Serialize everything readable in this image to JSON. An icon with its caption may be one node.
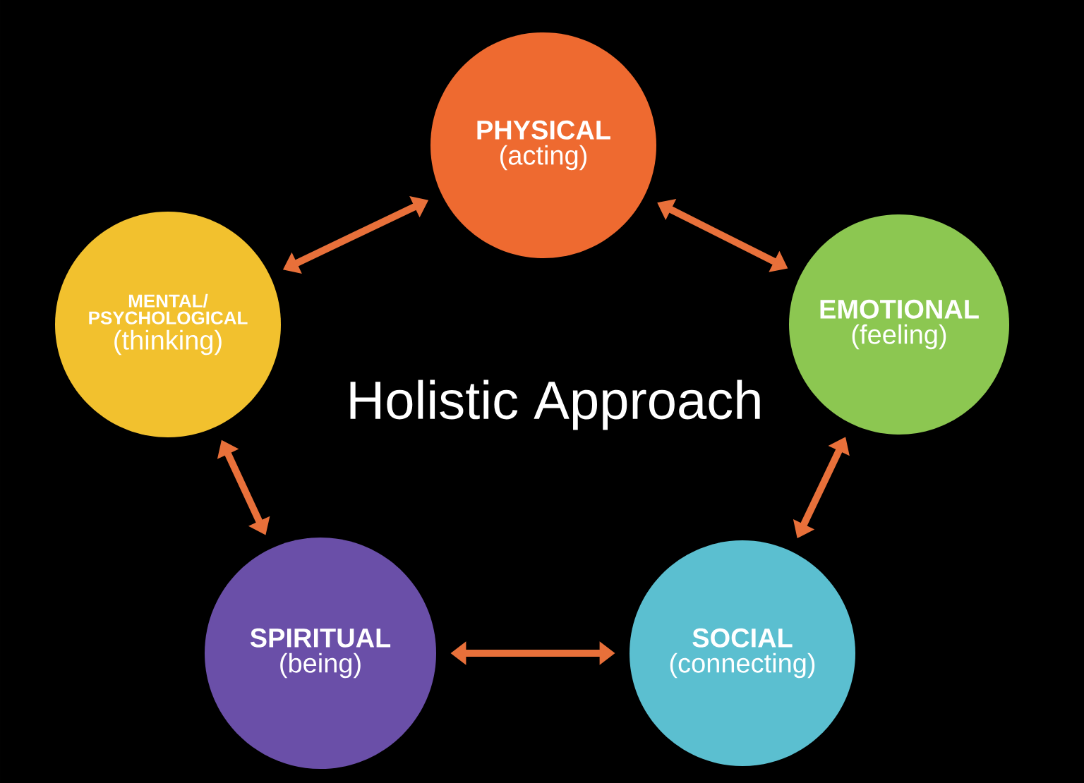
{
  "diagram": {
    "title": "Holistic Approach",
    "nodes": [
      {
        "text": [
          "PHYSICAL",
          "(acting)"
        ]
      },
      {
        "text": [
          "EMOTIONAL",
          "(feeling)"
        ]
      },
      {
        "text": [
          "SOCIAL",
          "(connecting)"
        ]
      },
      {
        "text": [
          "SPIRITUAL",
          "(being)"
        ]
      },
      {
        "text": [
          "MENTAL/ PSYCHOLOGICAL",
          "(thinking)"
        ]
      }
    ],
    "edges": [
      {
        "from": 4,
        "to": 0,
        "arrow": "both"
      },
      {
        "from": 0,
        "to": 1,
        "arrow": "both"
      },
      {
        "from": 1,
        "to": 2,
        "arrow": "both"
      },
      {
        "from": 2,
        "to": 3,
        "arrow": "both"
      },
      {
        "from": 3,
        "to": 4,
        "arrow": "both"
      }
    ]
  }
}
